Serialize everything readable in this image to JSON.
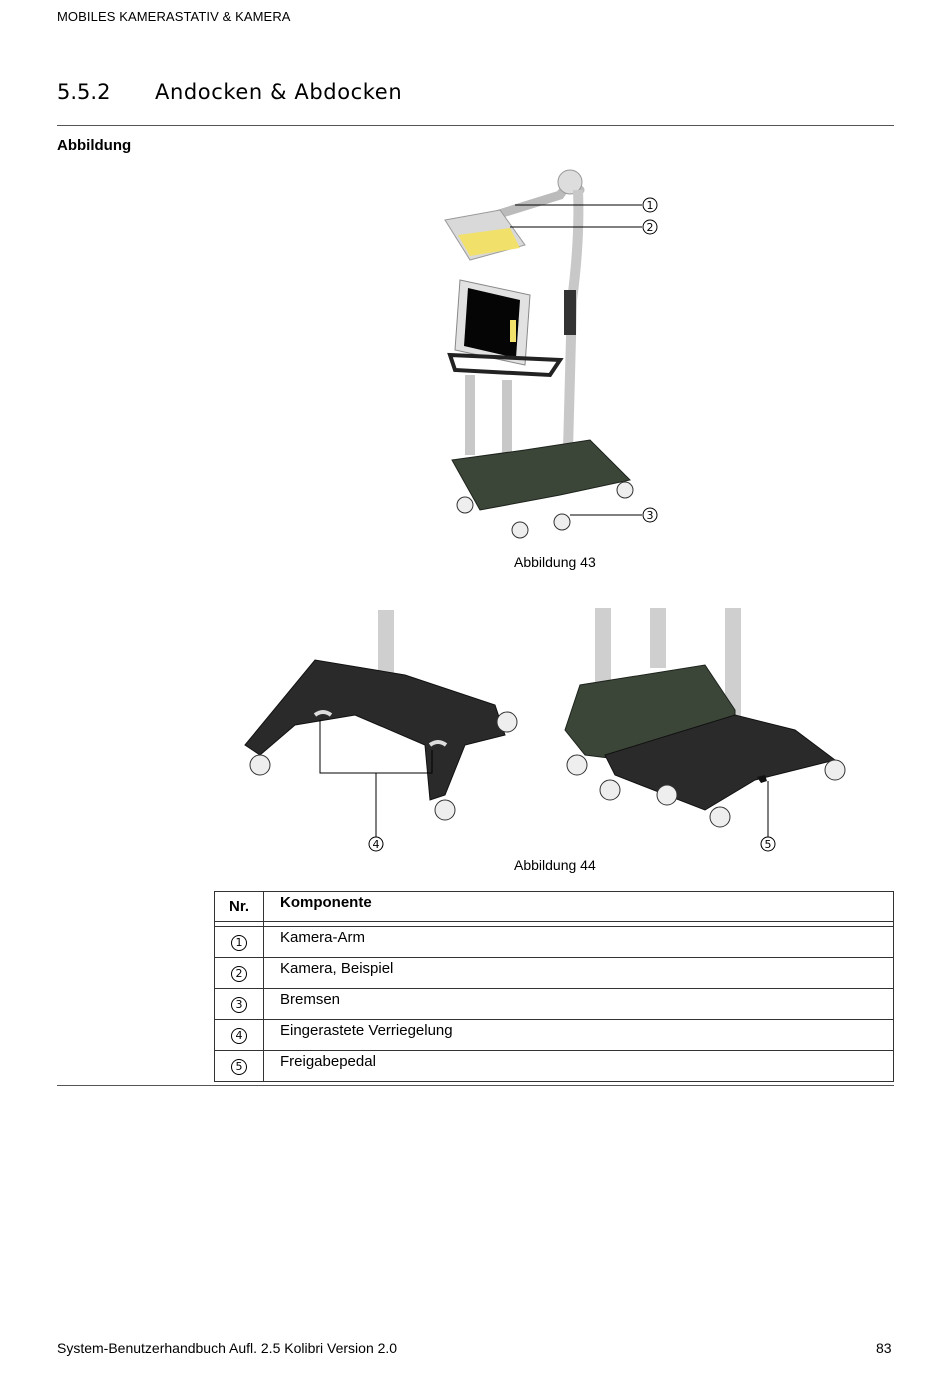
{
  "header": {
    "running_title": "MOBILES KAMERASTATIV & KAMERA"
  },
  "section": {
    "number": "5.5.2",
    "title": "Andocken & Abdocken"
  },
  "subheading": "Abbildung",
  "figures": [
    {
      "caption": "Abbildung 43",
      "callouts": [
        "1",
        "2",
        "3"
      ]
    },
    {
      "caption": "Abbildung 44",
      "callouts": [
        "4",
        "5"
      ]
    }
  ],
  "table": {
    "headers": [
      "Nr.",
      "Komponente"
    ],
    "rows": [
      {
        "nr": "1",
        "component": "Kamera-Arm"
      },
      {
        "nr": "2",
        "component": "Kamera, Beispiel"
      },
      {
        "nr": "3",
        "component": "Bremsen"
      },
      {
        "nr": "4",
        "component": "Eingerastete Verriegelung"
      },
      {
        "nr": "5",
        "component": "Freigabepedal"
      }
    ]
  },
  "footer": {
    "document": "System-Benutzerhandbuch Aufl. 2.5 Kolibri Version 2.0",
    "page": "83"
  }
}
